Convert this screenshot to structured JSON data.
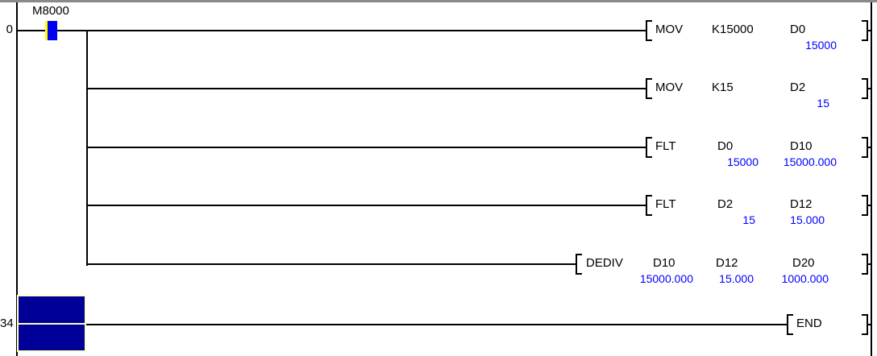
{
  "app": {
    "view": "ladder-monitor"
  },
  "colors": {
    "bg": "#ffffff",
    "line": "#000000",
    "top_border": "#8a8a8a",
    "monitor_value": "#0000ff",
    "contact_on": "#0000f0",
    "contact_edge": "#ffff00",
    "cursor_fill": "#000099",
    "cursor_border": "#ffffc8"
  },
  "rungs": [
    {
      "number": "0",
      "contact": {
        "label": "M8000",
        "state": "on"
      },
      "branches": [
        {
          "instruction": "MOV",
          "operands": [
            {
              "name": "K15000"
            },
            {
              "name": "D0",
              "value": "15000"
            }
          ]
        },
        {
          "instruction": "MOV",
          "operands": [
            {
              "name": "K15"
            },
            {
              "name": "D2",
              "value": "15"
            }
          ]
        },
        {
          "instruction": "FLT",
          "operands": [
            {
              "name": "D0",
              "value": "15000"
            },
            {
              "name": "D10",
              "value": "15000.000"
            }
          ]
        },
        {
          "instruction": "FLT",
          "operands": [
            {
              "name": "D2",
              "value": "15"
            },
            {
              "name": "D12",
              "value": "15.000"
            }
          ]
        },
        {
          "instruction": "DEDIV",
          "operands": [
            {
              "name": "D10",
              "value": "15000.000"
            },
            {
              "name": "D12",
              "value": "15.000"
            },
            {
              "name": "D20",
              "value": "1000.000"
            }
          ]
        }
      ]
    },
    {
      "number": "34",
      "cursor_selected": true,
      "branches": [
        {
          "instruction": "END",
          "operands": []
        }
      ]
    }
  ]
}
